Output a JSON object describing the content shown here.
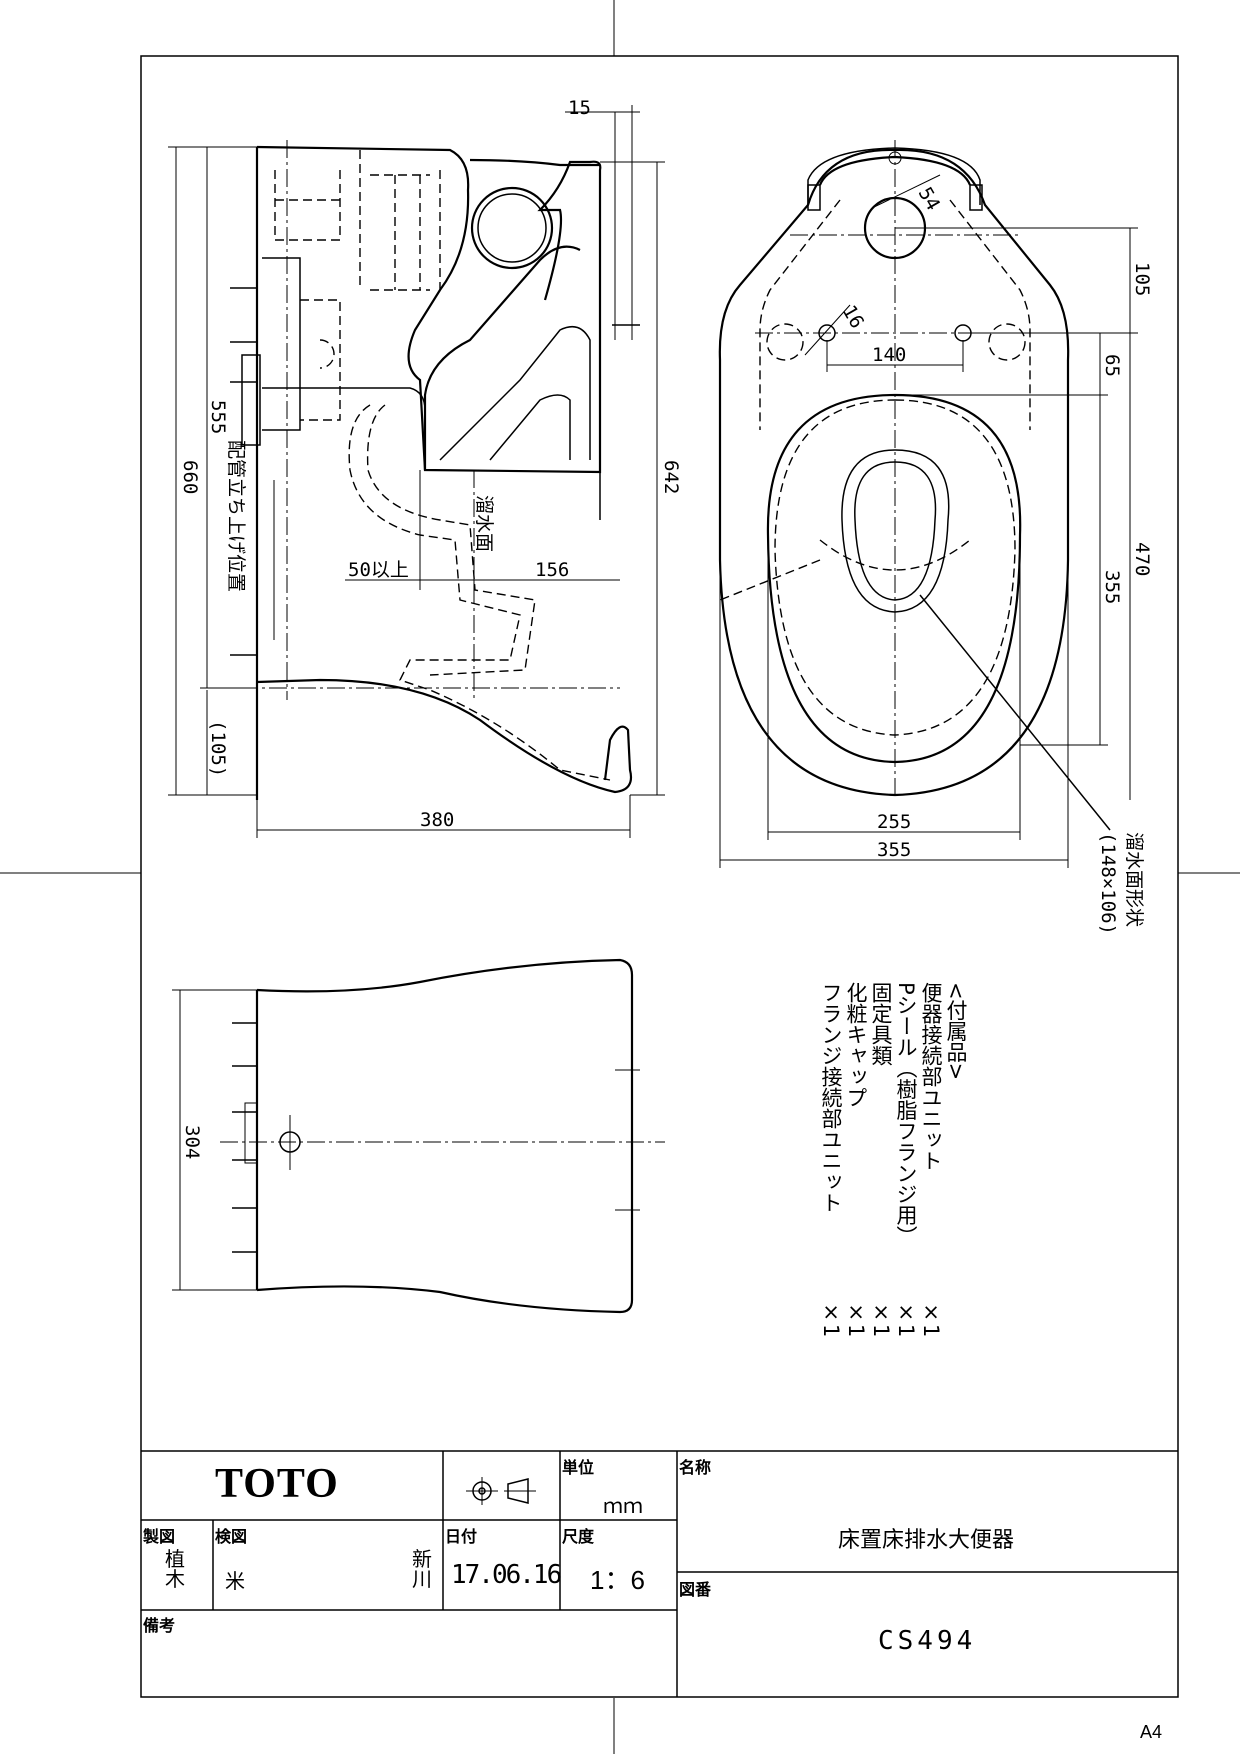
{
  "side_view": {
    "dims": {
      "top_offset": "15",
      "height_total": "660",
      "height_pipe": "555",
      "height_right": "642",
      "bottom_extra": "(105)",
      "min_distance": "50以上",
      "trap_distance": "156",
      "depth": "380"
    },
    "labels": {
      "pipe_position": "配管立ち上げ位置",
      "water_surface": "溜水面"
    }
  },
  "top_view": {
    "dims": {
      "hole_diameter": "54",
      "bolt_diameter": "16",
      "bolt_spacing": "140",
      "to_bolts": "105",
      "to_bowl": "65",
      "bowl_length": "355",
      "total_length": "470",
      "bowl_width": "255",
      "total_width": "355"
    },
    "labels": {
      "water_shape": "溜水面形状",
      "water_shape_size": "(148×106)"
    }
  },
  "bottom_view": {
    "dims": {
      "width": "304"
    }
  },
  "accessories": {
    "heading": "<付属品>",
    "items": [
      {
        "name": "便器接続部ユニット",
        "qty": "×1"
      },
      {
        "name": "Pシール（樹脂フランジ用）",
        "qty": "×1"
      },
      {
        "name": "固定具類",
        "qty": "×1"
      },
      {
        "name": "化粧キャップ",
        "qty": "×1"
      },
      {
        "name": "フランジ接続部ユニット",
        "qty": "×1"
      }
    ]
  },
  "title_block": {
    "logo": "TOTO",
    "unit_label": "単位",
    "unit_value": "ｍｍ",
    "name_label": "名称",
    "product_name": "床置床排水大便器",
    "drafter_label": "製図",
    "drafter": "植木",
    "checker_label": "検図",
    "checker_1": "米",
    "checker_2": "新川",
    "date_label": "日付",
    "date": "17.06.16",
    "scale_label": "尺度",
    "scale": "1：6",
    "drawing_no_label": "図番",
    "drawing_no": "CS494",
    "remarks_label": "備考"
  },
  "paper_size": "A4"
}
